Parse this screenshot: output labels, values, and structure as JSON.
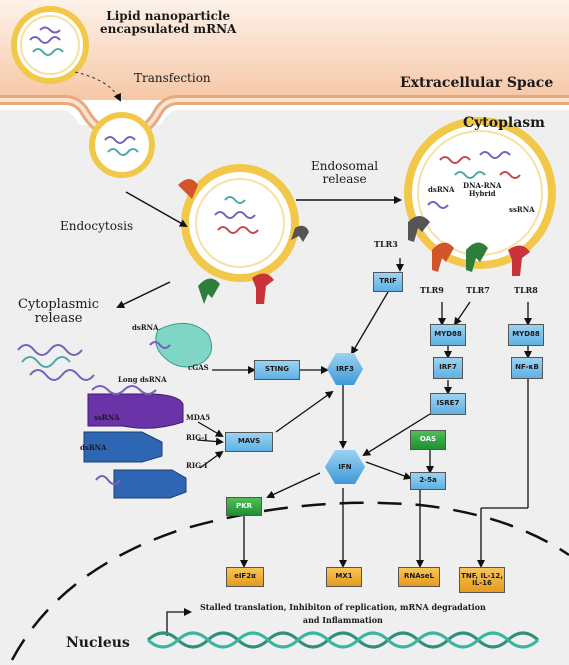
{
  "labels": {
    "lnp_title": "Lipid nanoparticle\nencapsulated mRNA",
    "transfection": "Transfection",
    "extracellular": "Extracellular Space",
    "cytoplasm": "Cytoplasm",
    "endosomal_release": "Endosomal\nrelease",
    "endocytosis": "Endocytosis",
    "cytoplasmic_release": "Cytoplasmic\nrelease",
    "nucleus": "Nucleus",
    "outcome": "Stalled translation, Inhibiton of replication, mRNA degradation\nand Inflammation",
    "dsrna_endo": "dsRNA",
    "dna_rna_hybrid": "DNA-RNA\nHybrid",
    "ssrna_endo": "ssRNA",
    "tlr3": "TLR3",
    "tlr9": "TLR9",
    "tlr7": "TLR7",
    "tlr8": "TLR8",
    "dsrna_cgas": "dsRNA",
    "cgas": "cGAS",
    "long_dsrna": "Long dsRNA",
    "ssrna_cyto": "ssRNA",
    "mda5": "MDA5",
    "dsrna_rig": "dsRNA",
    "rigi_1": "RIG-I",
    "rigi_2": "RIG-I"
  },
  "nodes": {
    "trif": "TRIF",
    "myd88_a": "MYD88",
    "myd88_b": "MYD88",
    "irf7": "IRF7",
    "nfkb": "NF-κB",
    "isre7": "ISRE7",
    "sting": "STING",
    "irf3": "IRF3",
    "mavs": "MAVS",
    "ifn": "IFN",
    "oas": "OAS",
    "two5a": "2-5a",
    "pkr": "PKR",
    "eif2a": "eIF2α",
    "mx1": "MX1",
    "rnasel": "RNAseL",
    "cytokines": "TNF, IL-12,\nIL-16"
  },
  "colors": {
    "signal_blue": "#5fb1e3",
    "effector_green": "#1f8f33",
    "output_gold": "#e59a1d",
    "membrane_peach": "#f6c7a6",
    "cytoplasm_gray": "#efefef"
  }
}
